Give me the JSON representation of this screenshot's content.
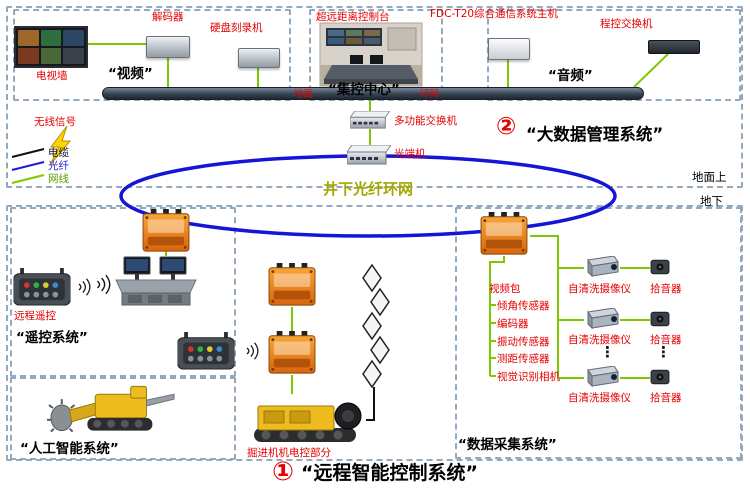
{
  "colors": {
    "label_red": "#e60000",
    "fiber_blue": "#1b1bdd",
    "network_green": "#7dc800",
    "cable_black": "#111111",
    "junction_box_orange": "#ee7f1d",
    "machine_yellow": "#eebc1e",
    "ring_text": "#a3a800"
  },
  "ground": {
    "zone": {
      "above": "地面上",
      "below": "地下"
    },
    "video": {
      "decoder": "解码器",
      "recorder": "硬盘刻录机",
      "tvwall": "电视墙",
      "title": "“视频”"
    },
    "center": {
      "console": "超远距离控制台",
      "title": "“集控中心”"
    },
    "audio": {
      "host": "FDC-T20综合通信系统主机",
      "pbx": "程控交换机",
      "title": "“音频”"
    },
    "bus": {
      "left": "地面",
      "right": "环网"
    },
    "multi_switch": "多功能交换机",
    "optical_terminal": "光端机",
    "bigdata": {
      "num": "②",
      "title": "“大数据管理系统”"
    },
    "legend": {
      "wireless": "无线信号",
      "cable": "电缆",
      "fiber": "光纤",
      "network": "网线"
    },
    "ring": "井下光纤环网"
  },
  "underground": {
    "remote": {
      "label": "远程遥控",
      "title": "“遥控系统”"
    },
    "ai": {
      "title": "“人工智能系统”"
    },
    "machine": "掘进机机电控部分",
    "daq": {
      "title": "“数据采集系统”",
      "video_pack": "视频包",
      "sensors": [
        "倾角传感器",
        "编码器",
        "振动传感器",
        "测距传感器",
        "视觉识别相机"
      ],
      "camera": "自清洗摄像仪",
      "mic": "拾音器",
      "dots": "⋮"
    }
  },
  "footer": {
    "num": "①",
    "title": "“远程智能控制系统”"
  }
}
